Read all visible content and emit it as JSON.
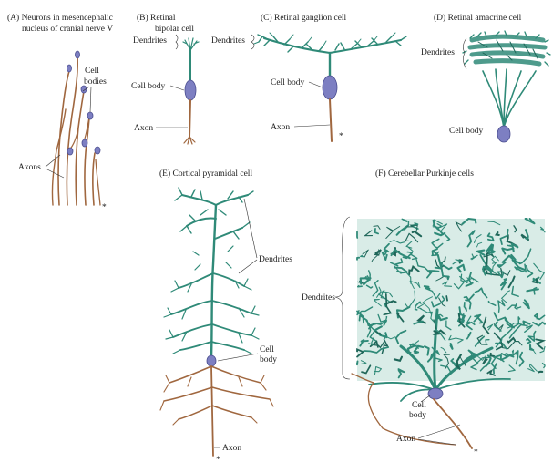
{
  "panels": {
    "a": {
      "title_line1": "(A) Neurons in mesencephalic",
      "title_line2": "nucleus of cranial nerve V",
      "cell_bodies_line1": "Cell",
      "cell_bodies_line2": "bodies",
      "axons": "Axons",
      "asterisk": "*"
    },
    "b": {
      "title_line1": "(B)  Retinal",
      "title_line2": "bipolar cell",
      "dendrites": "Dendrites",
      "cell_body": "Cell body",
      "axon": "Axon"
    },
    "c": {
      "title": "(C)  Retinal ganglion cell",
      "dendrites": "Dendrites",
      "cell_body": "Cell body",
      "axon": "Axon",
      "asterisk": "*"
    },
    "d": {
      "title": "(D)  Retinal amacrine cell",
      "dendrites": "Dendrites",
      "cell_body": "Cell body"
    },
    "e": {
      "title": "(E)  Cortical pyramidal cell",
      "dendrites": "Dendrites",
      "cell_body_line1": "Cell",
      "cell_body_line2": "body",
      "axon": "Axon",
      "asterisk": "*"
    },
    "f": {
      "title": "(F)  Cerebellar Purkinje cells",
      "dendrites": "Dendrites",
      "cell_body_line1": "Cell",
      "cell_body_line2": "body",
      "axon": "Axon",
      "asterisk": "*"
    }
  },
  "colors": {
    "dendrite": "#2f8a78",
    "axon": "#a0673f",
    "soma": "#7d7fc2"
  }
}
